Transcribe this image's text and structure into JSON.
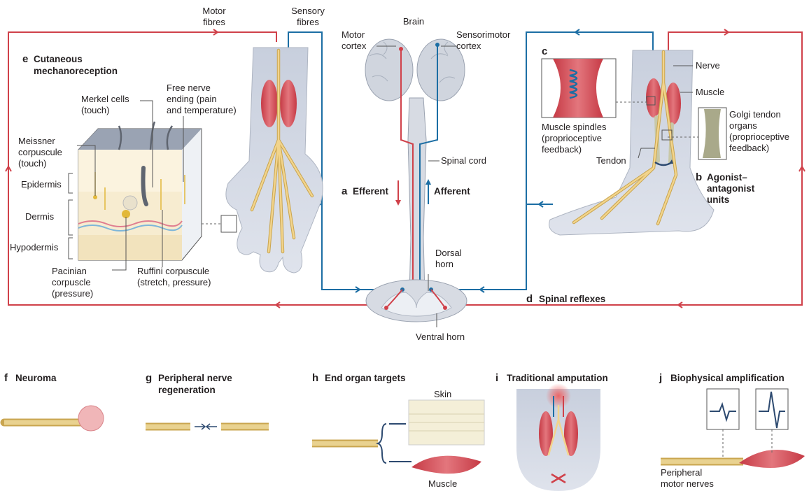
{
  "labels": {
    "motor_fibres": [
      "Motor",
      "fibres"
    ],
    "sensory_fibres": [
      "Sensory",
      "fibres"
    ],
    "brain": "Brain",
    "motor_cortex": [
      "Motor",
      "cortex"
    ],
    "sensorimotor_cortex": [
      "Sensorimotor",
      "cortex"
    ],
    "spinal_cord": "Spinal cord",
    "efferent": "Efferent",
    "afferent": "Afferent",
    "dorsal_horn": [
      "Dorsal",
      "horn"
    ],
    "ventral_horn": "Ventral horn",
    "nerve": "Nerve",
    "muscle": "Muscle",
    "muscle_spindles": [
      "Muscle spindles",
      "(proprioceptive",
      "feedback)"
    ],
    "golgi": [
      "Golgi tendon",
      "organs",
      "(proprioceptive",
      "feedback)"
    ],
    "tendon": "Tendon",
    "agonist": [
      "Agonist–",
      "antagonist",
      "units"
    ],
    "spinal_reflexes": "Spinal reflexes",
    "cutaneous": [
      "Cutaneous",
      "mechanoreception"
    ],
    "merkel": [
      "Merkel cells",
      "(touch)"
    ],
    "free_nerve": [
      "Free nerve",
      "ending (pain",
      "and temperature)"
    ],
    "meissner": [
      "Meissner",
      "corpuscule",
      "(touch)"
    ],
    "epidermis": "Epidermis",
    "dermis": "Dermis",
    "hypodermis": "Hypodermis",
    "pacinian": [
      "Pacinian",
      "corpuscle",
      "(pressure)"
    ],
    "ruffini": [
      "Ruffini corpuscule",
      "(stretch, pressure)"
    ],
    "neuroma": "Neuroma",
    "regeneration": [
      "Peripheral nerve",
      "regeneration"
    ],
    "end_organ": "End organ targets",
    "skin": "Skin",
    "muscle_bottom": "Muscle",
    "traditional": "Traditional amputation",
    "biophysical": "Biophysical amplification",
    "peripheral_motor": [
      "Peripheral",
      "motor nerves"
    ]
  },
  "panel_letters": {
    "a": "a",
    "b": "b",
    "c": "c",
    "d": "d",
    "e": "e",
    "f": "f",
    "g": "g",
    "h": "h",
    "i": "i",
    "j": "j"
  },
  "colors": {
    "efferent_red": "#d0414a",
    "afferent_blue": "#1c6ea4",
    "nerve_yellow": "#f2d48c",
    "muscle_red": "#d9525a",
    "tissue_grey": "#d4d9e4"
  }
}
